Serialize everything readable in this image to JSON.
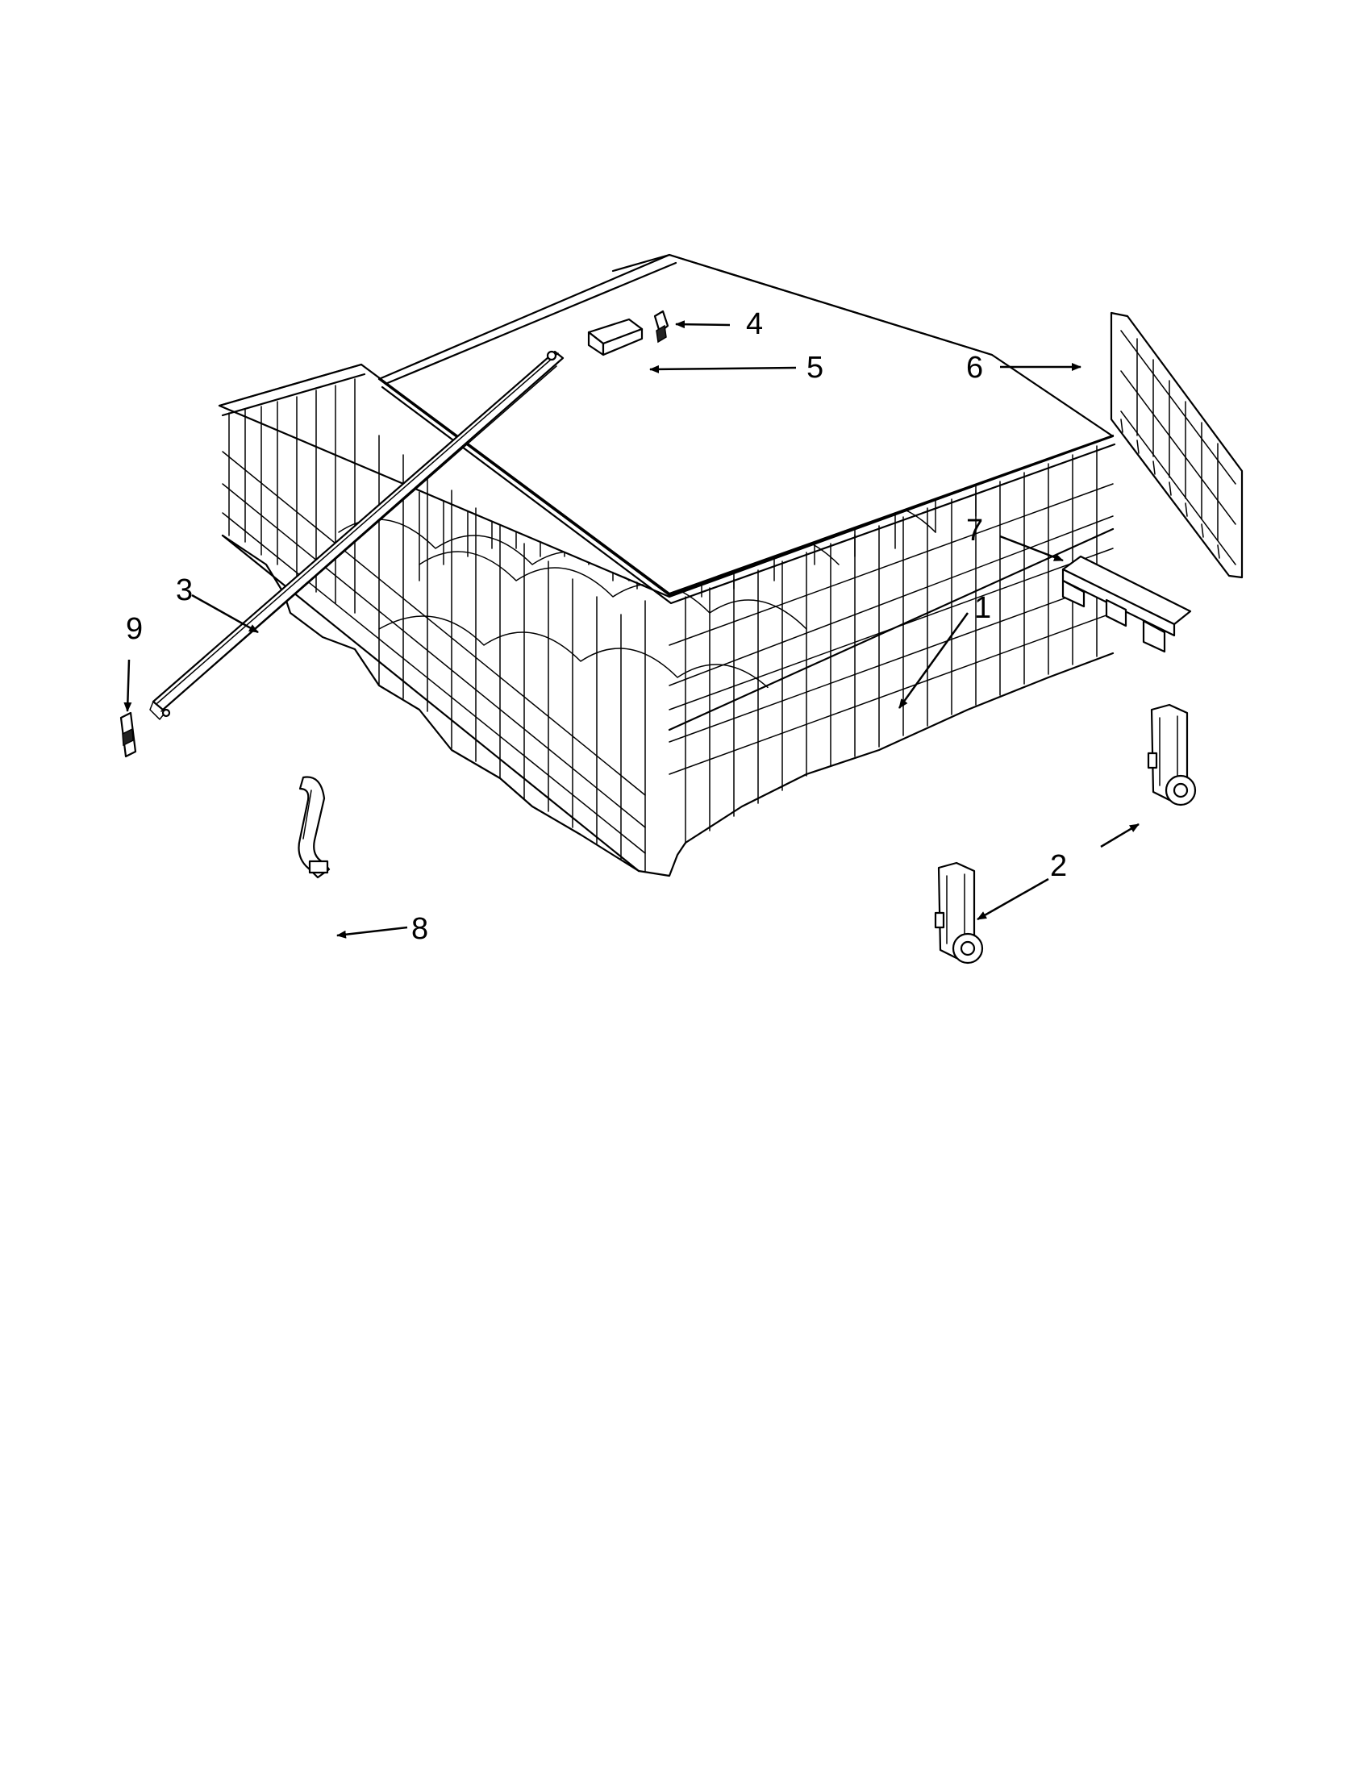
{
  "callouts": {
    "c1": "1",
    "c2": "2",
    "c3": "3",
    "c4": "4",
    "c5": "5",
    "c6": "6",
    "c7": "7",
    "c8": "8",
    "c9": "9"
  },
  "colors": {
    "ink": "#000000",
    "paper": "#ffffff"
  }
}
